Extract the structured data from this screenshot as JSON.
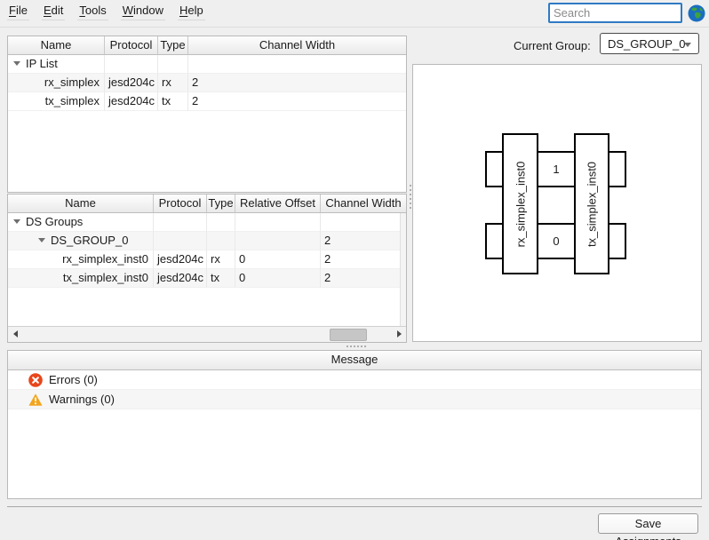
{
  "menubar": {
    "items": [
      {
        "first": "F",
        "rest": "ile"
      },
      {
        "first": "E",
        "rest": "dit"
      },
      {
        "first": "T",
        "rest": "ools"
      },
      {
        "first": "W",
        "rest": "indow"
      },
      {
        "first": "H",
        "rest": "elp"
      }
    ],
    "search": {
      "placeholder": "Search",
      "value": ""
    }
  },
  "ip_table": {
    "columns": [
      "Name",
      "Protocol",
      "Type",
      "Channel Width"
    ],
    "rows": [
      {
        "name": "IP List",
        "protocol": "",
        "type": "",
        "channel_width": ""
      },
      {
        "name": "rx_simplex",
        "protocol": "jesd204c",
        "type": "rx",
        "channel_width": "2"
      },
      {
        "name": "tx_simplex",
        "protocol": "jesd204c",
        "type": "tx",
        "channel_width": "2"
      }
    ]
  },
  "ds_table": {
    "columns": [
      "Name",
      "Protocol",
      "Type",
      "Relative Offset",
      "Channel Width"
    ],
    "rows": [
      {
        "name": "DS Groups",
        "protocol": "",
        "type": "",
        "relative_offset": "",
        "channel_width": ""
      },
      {
        "name": "DS_GROUP_0",
        "protocol": "",
        "type": "",
        "relative_offset": "",
        "channel_width": "2"
      },
      {
        "name": "rx_simplex_inst0",
        "protocol": "jesd204c",
        "type": "rx",
        "relative_offset": "0",
        "channel_width": "2"
      },
      {
        "name": "tx_simplex_inst0",
        "protocol": "jesd204c",
        "type": "tx",
        "relative_offset": "0",
        "channel_width": "2"
      }
    ]
  },
  "current_group": {
    "label": "Current Group:",
    "value": "DS_GROUP_0"
  },
  "diagram": {
    "blocks": [
      {
        "label": "rx_simplex_inst0"
      },
      {
        "label": "tx_simplex_inst0"
      }
    ],
    "channels": [
      {
        "label": "1"
      },
      {
        "label": "0"
      }
    ]
  },
  "message": {
    "title": "Message",
    "rows": [
      {
        "label": "Errors (0)",
        "icon": "error-icon"
      },
      {
        "label": "Warnings (0)",
        "icon": "warning-icon"
      }
    ]
  },
  "footer": {
    "save_label": "Save Assignments"
  },
  "colors": {
    "search_focus_border": "#2f7ac4",
    "error": "#e8461b",
    "warning": "#f2a51e",
    "globe_blue": "#1a6ec1",
    "globe_green": "#3ea33e"
  }
}
